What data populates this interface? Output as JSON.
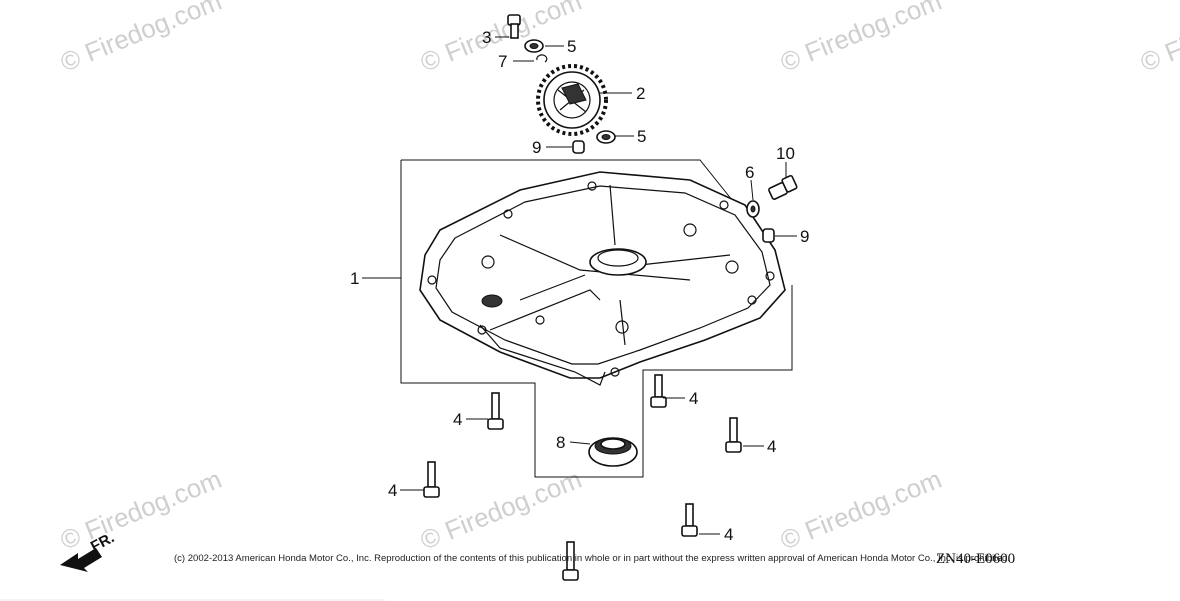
{
  "watermark": "© Firedog.com",
  "diagram_code": "ZN40-E0600",
  "copyright": "(c) 2002-2013 American Honda Motor Co., Inc. Reproduction of the contents of this publication in whole or in part without the express written approval of American Honda Motor Co., Inc. is prohibited.",
  "front_marker": "FR.",
  "callouts": {
    "c1": "1",
    "c2": "2",
    "c3": "3",
    "c4a": "4",
    "c4b": "4",
    "c4c": "4",
    "c4d": "4",
    "c4e": "4",
    "c5a": "5",
    "c5b": "5",
    "c6": "6",
    "c7": "7",
    "c8": "8",
    "c9a": "9",
    "c9b": "9",
    "c10": "10"
  }
}
